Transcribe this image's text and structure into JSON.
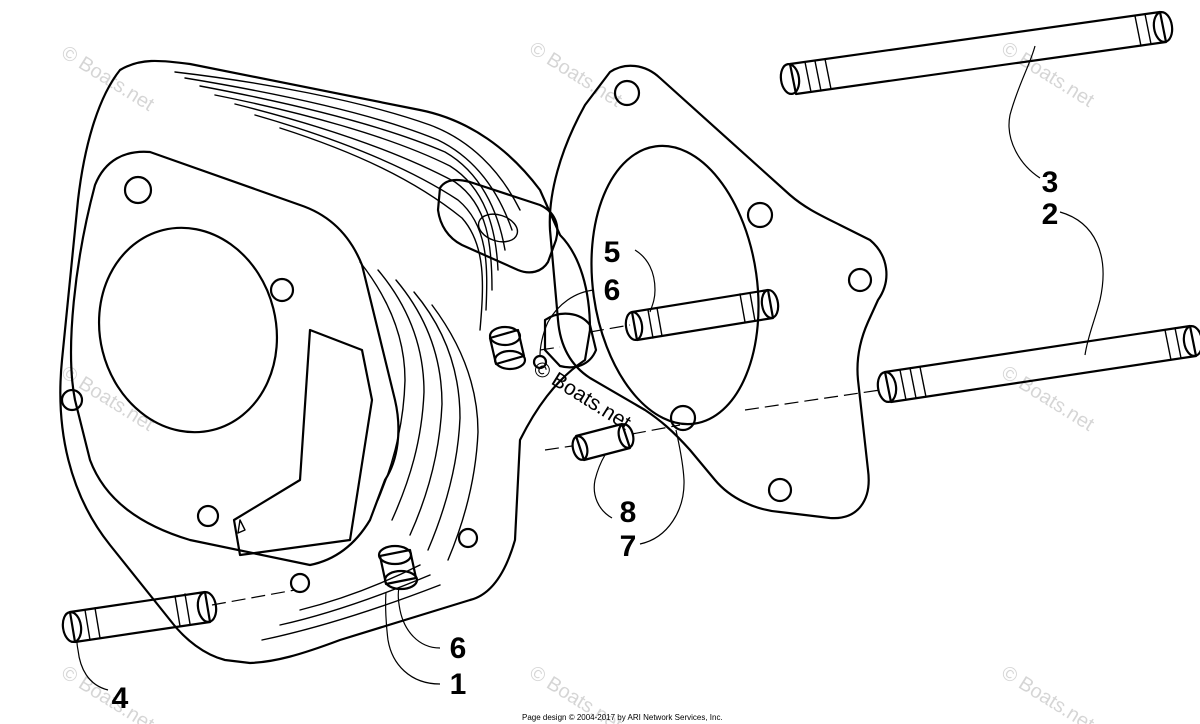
{
  "callouts": {
    "c1": "1",
    "c2": "2",
    "c3": "3",
    "c4": "4",
    "c5": "5",
    "c6a": "6",
    "c6b": "6",
    "c7": "7",
    "c8": "8"
  },
  "watermark": {
    "text": "© Boats.net"
  },
  "footer": {
    "text": "Page design © 2004-2017 by ARI Network Services, Inc."
  }
}
